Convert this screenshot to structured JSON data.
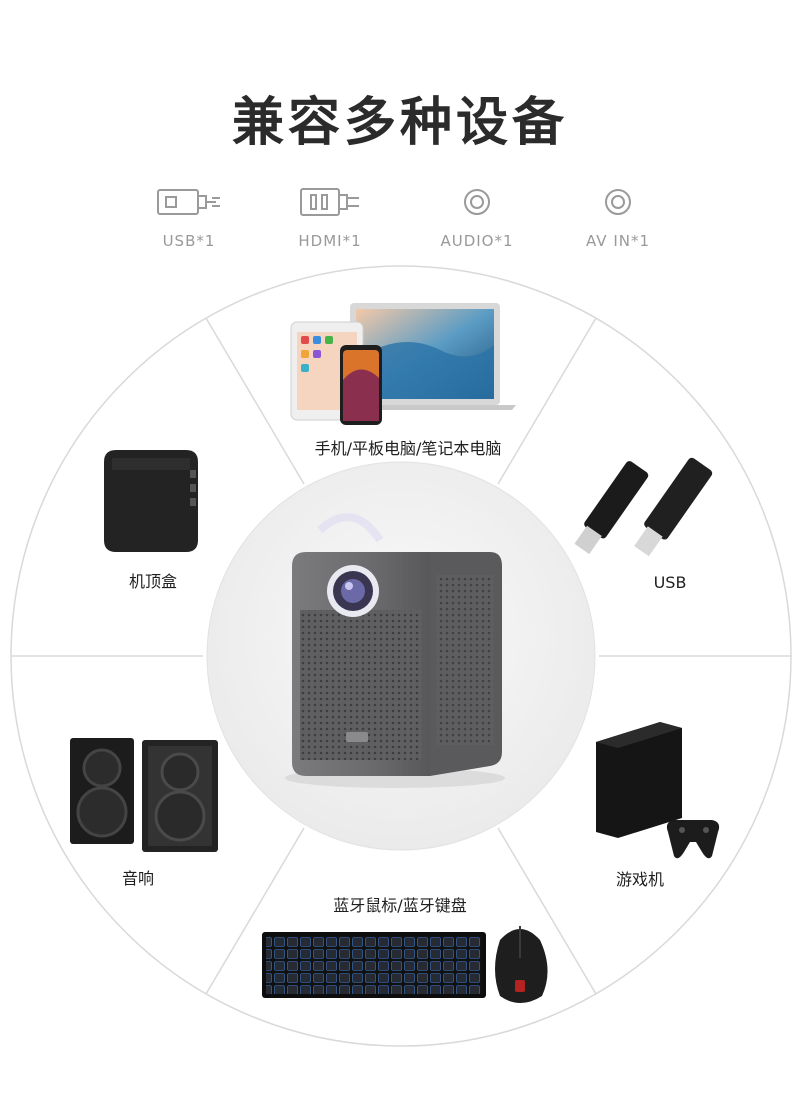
{
  "title": "兼容多种设备",
  "ports": [
    {
      "label": "USB*1",
      "icon": "usb-port-icon"
    },
    {
      "label": "HDMI*1",
      "icon": "hdmi-port-icon"
    },
    {
      "label": "AUDIO*1",
      "icon": "audio-port-icon"
    },
    {
      "label": "AV IN*1",
      "icon": "av-port-icon"
    }
  ],
  "devices": {
    "phone_tablet_laptop": "手机/平板电脑/笔记本电脑",
    "set_top_box": "机顶盒",
    "usb": "USB",
    "speakers": "音响",
    "game_console": "游戏机",
    "keyboard_mouse": "蓝牙鼠标/蓝牙键盘"
  },
  "colors": {
    "title": "#2b2b2b",
    "port_label": "#999999",
    "wheel_line": "#d9d9d9",
    "hub_bg": "#f0f0f0",
    "projector": "#6e6e70"
  }
}
